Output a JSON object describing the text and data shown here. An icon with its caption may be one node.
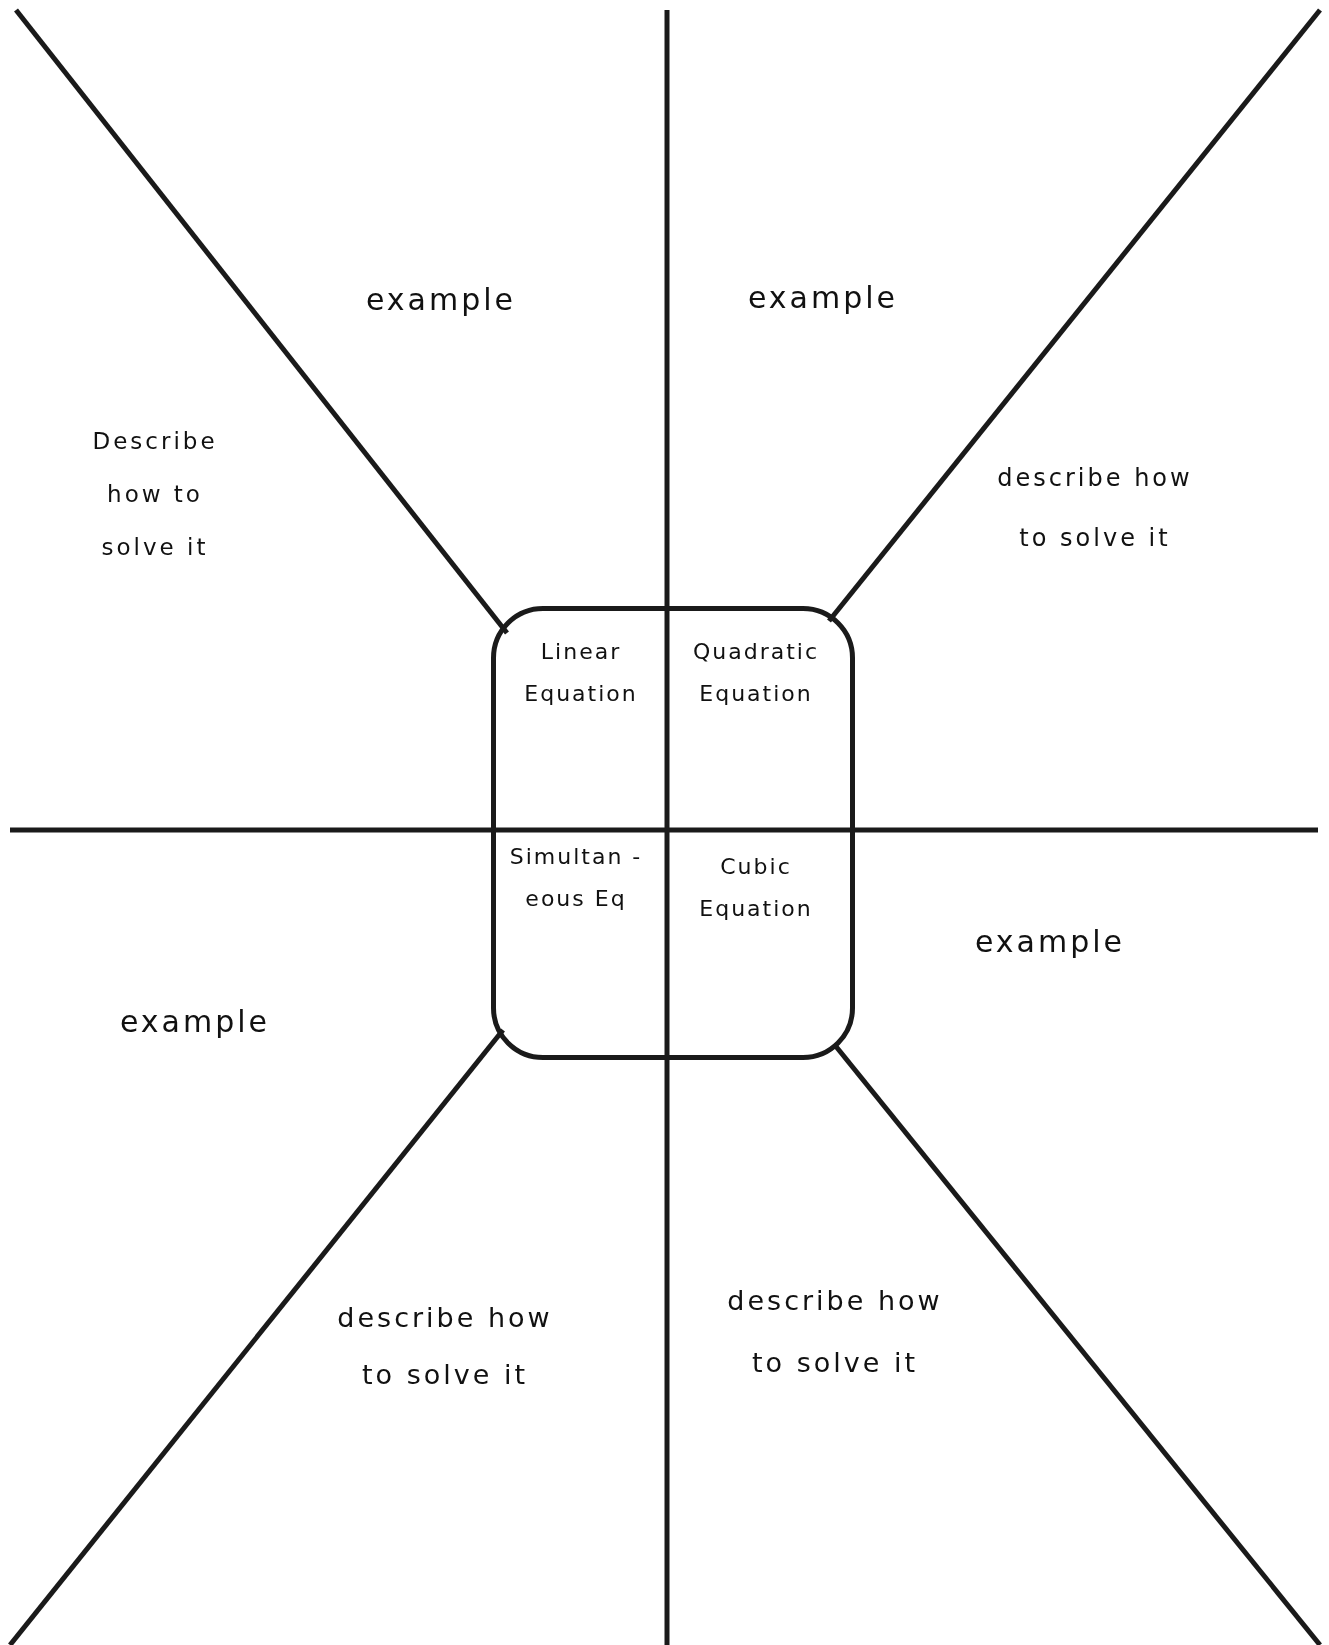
{
  "diagram": {
    "nodes": [
      {
        "text": [
          "Linear Equation",
          "Quadratic Equation",
          "Simultan -eous Eq",
          "Cubic Equation"
        ]
      }
    ],
    "labels": [
      "example",
      "example",
      "Describe how to solve it",
      "describe how to solve it",
      "example",
      "example",
      "describe how to solve it",
      "describe how to solve it"
    ]
  }
}
